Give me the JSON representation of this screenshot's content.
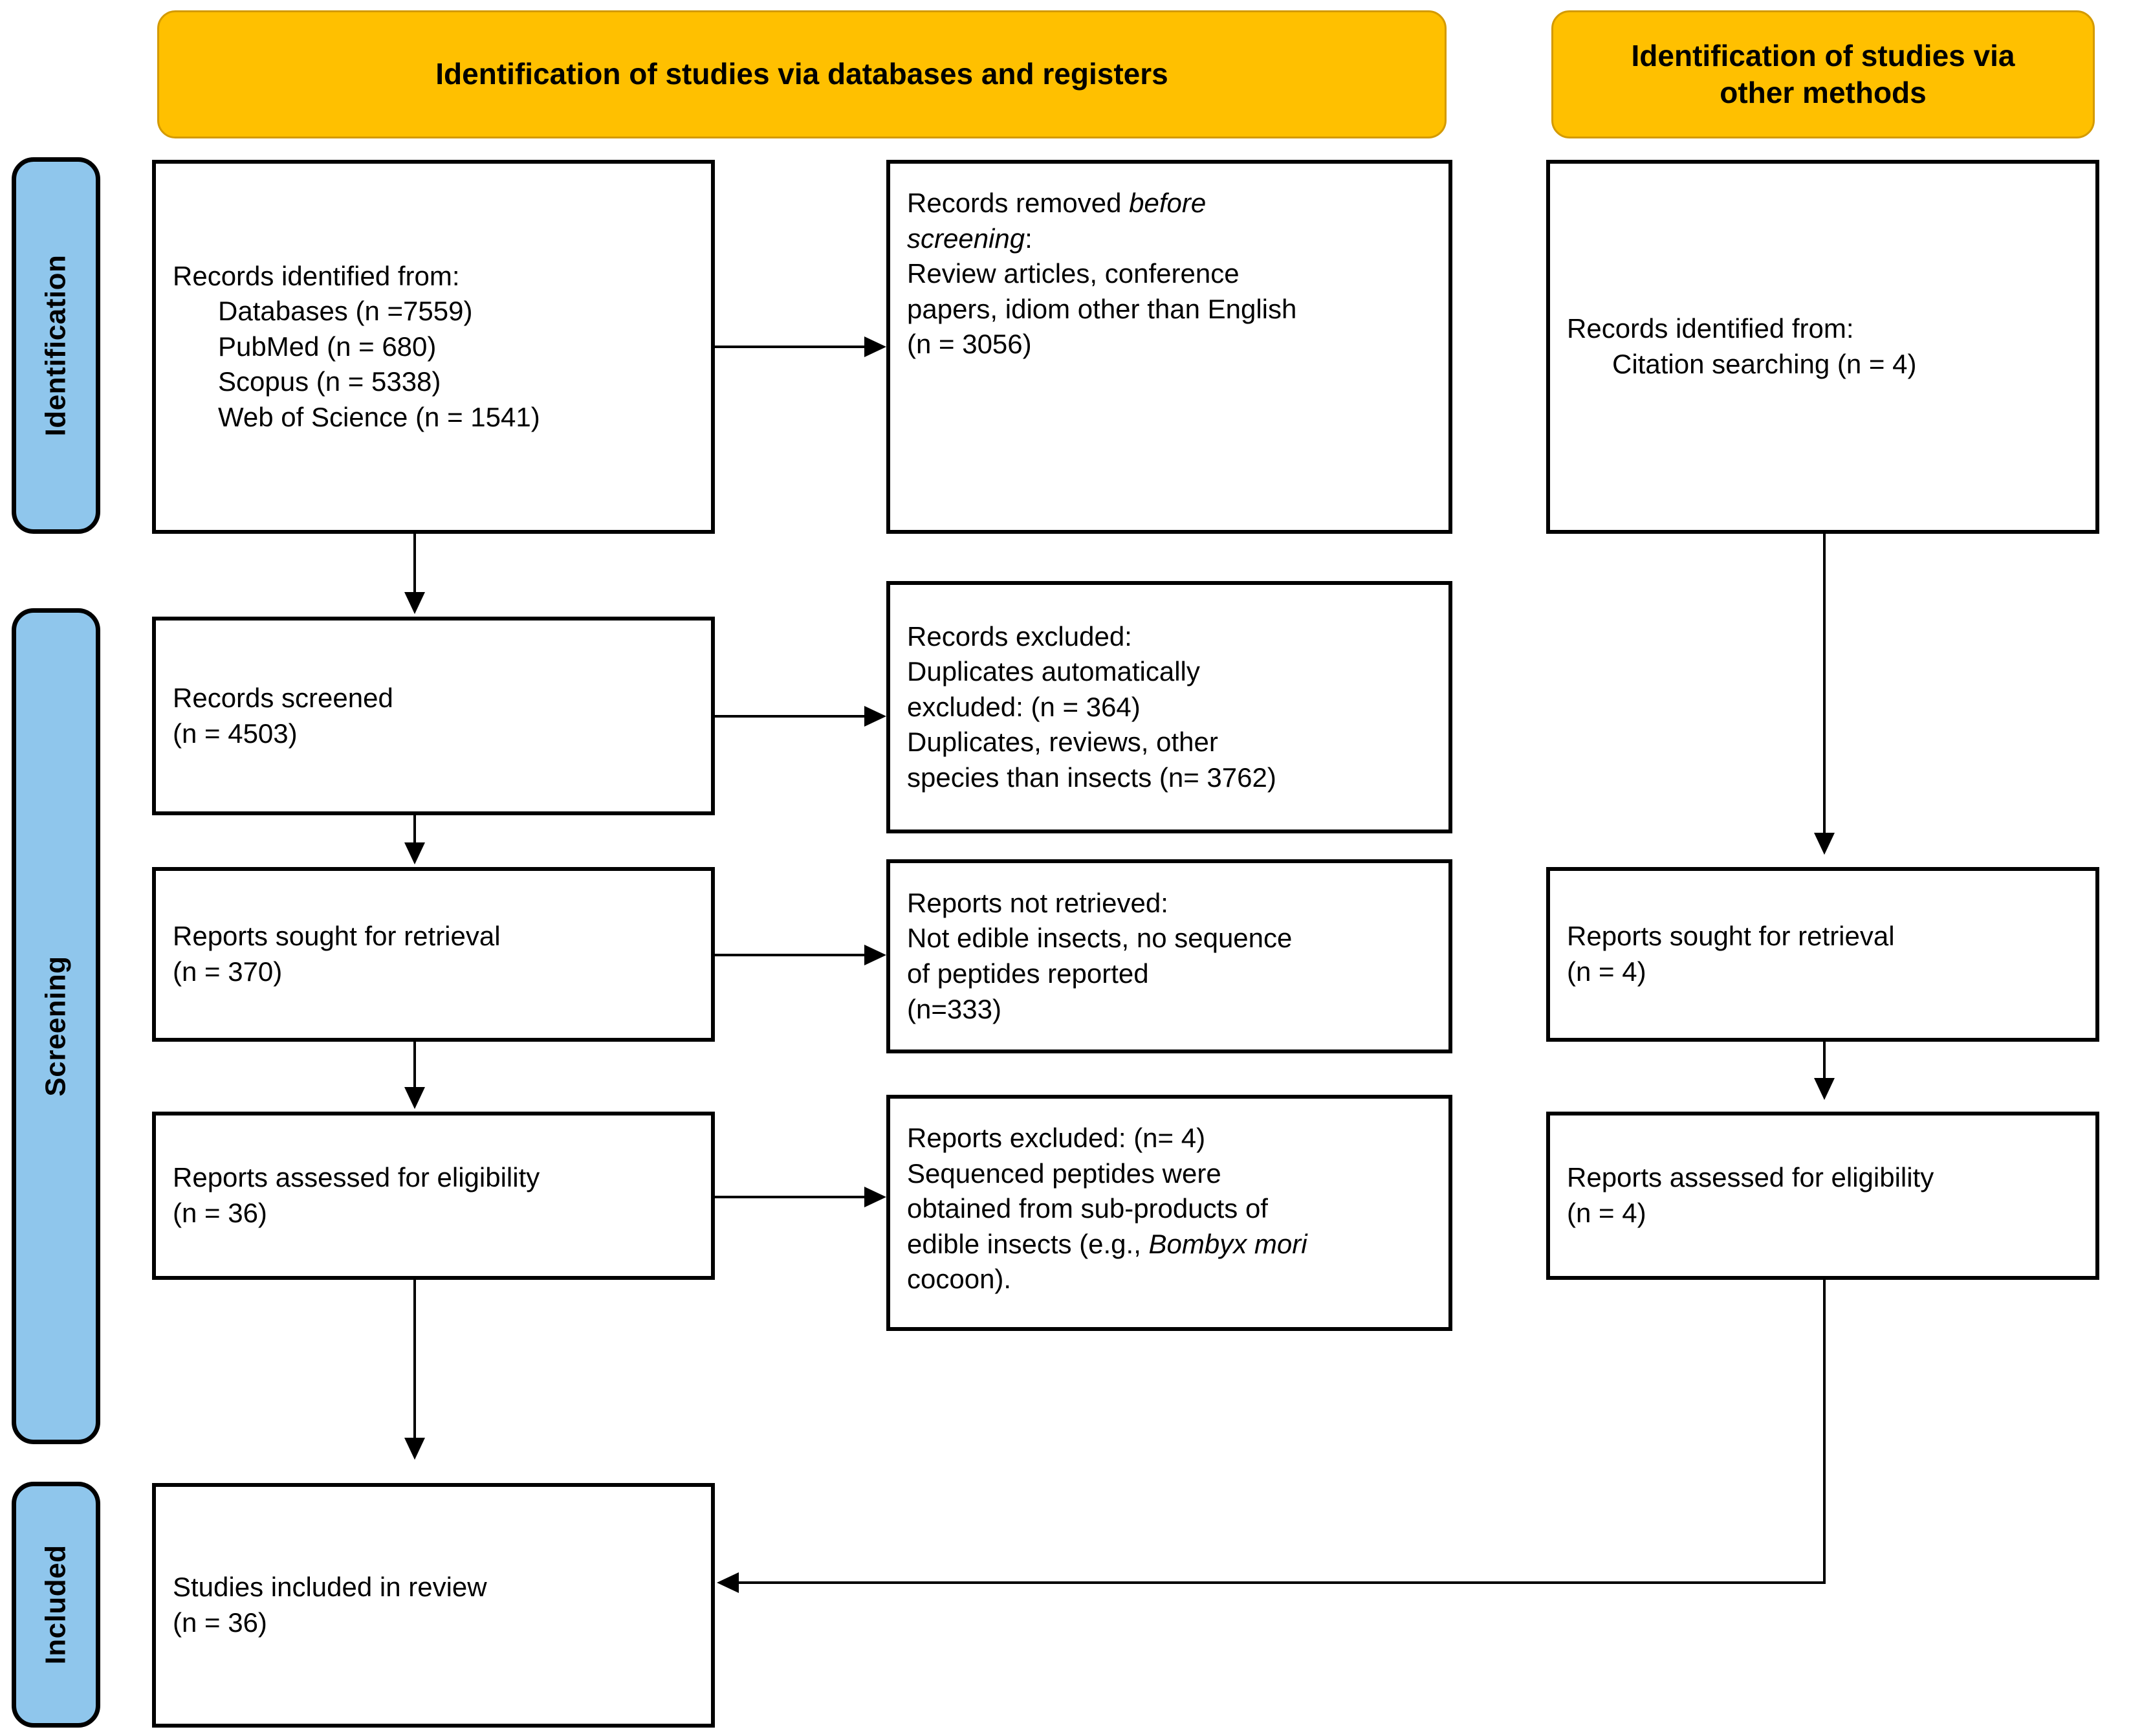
{
  "diagram": {
    "type": "PRISMA flow diagram",
    "accent_colors": {
      "banner_fill": "#FFC000",
      "banner_border": "#D49A00",
      "stage_label_fill": "#8FC6EC",
      "box_border": "#000000",
      "box_fill": "#FFFFFF"
    }
  },
  "banners": {
    "databases": "Identification of studies via databases and registers",
    "other_methods": "Identification of studies via\nother methods"
  },
  "stage_labels": {
    "identification": "Identification",
    "screening": "Screening",
    "included": "Included"
  },
  "boxes": {
    "records_identified": "Records identified from:\n      Databases (n =7559)\n      PubMed (n = 680)\n      Scopus (n = 5338)\n      Web of Science (n = 1541)",
    "records_removed": {
      "line1_prefix": "Records removed ",
      "line1_italic": "before",
      "line2_italic": "screening",
      "line2_suffix": ":",
      "rest": "Review articles, conference\npapers, idiom other than English\n(n = 3056)"
    },
    "records_identified_other": "Records identified from:\n      Citation searching (n = 4)",
    "records_screened": "Records screened\n(n = 4503)",
    "records_excluded": "Records excluded:\nDuplicates automatically\nexcluded: (n = 364)\nDuplicates, reviews, other\nspecies than insects (n= 3762)",
    "reports_sought": "Reports sought for retrieval\n(n = 370)",
    "reports_not_retrieved": "Reports not retrieved:\nNot edible insects, no sequence\nof peptides reported\n(n=333)",
    "reports_sought_other": "Reports sought for retrieval\n(n = 4)",
    "reports_assessed": "Reports assessed for eligibility\n(n = 36)",
    "reports_excluded": {
      "pre": "Reports excluded: (n= 4)\nSequenced peptides were\nobtained from sub-products of\nedible insects (e.g., ",
      "italic": "Bombyx mori",
      "post": "\ncocoon)."
    },
    "reports_assessed_other": "Reports assessed for eligibility\n(n = 4)",
    "studies_included": "Studies included in review\n(n = 36)"
  },
  "counts": {
    "databases_total": 7559,
    "pubmed": 680,
    "scopus": 5338,
    "web_of_science": 1541,
    "removed_before_screening": 3056,
    "citation_searching": 4,
    "records_screened": 4503,
    "duplicates_auto_excluded": 364,
    "duplicates_reviews_other_species": 3762,
    "reports_sought": 370,
    "reports_not_retrieved": 333,
    "reports_sought_other": 4,
    "reports_assessed": 36,
    "reports_excluded": 4,
    "reports_assessed_other": 4,
    "studies_included": 36
  }
}
